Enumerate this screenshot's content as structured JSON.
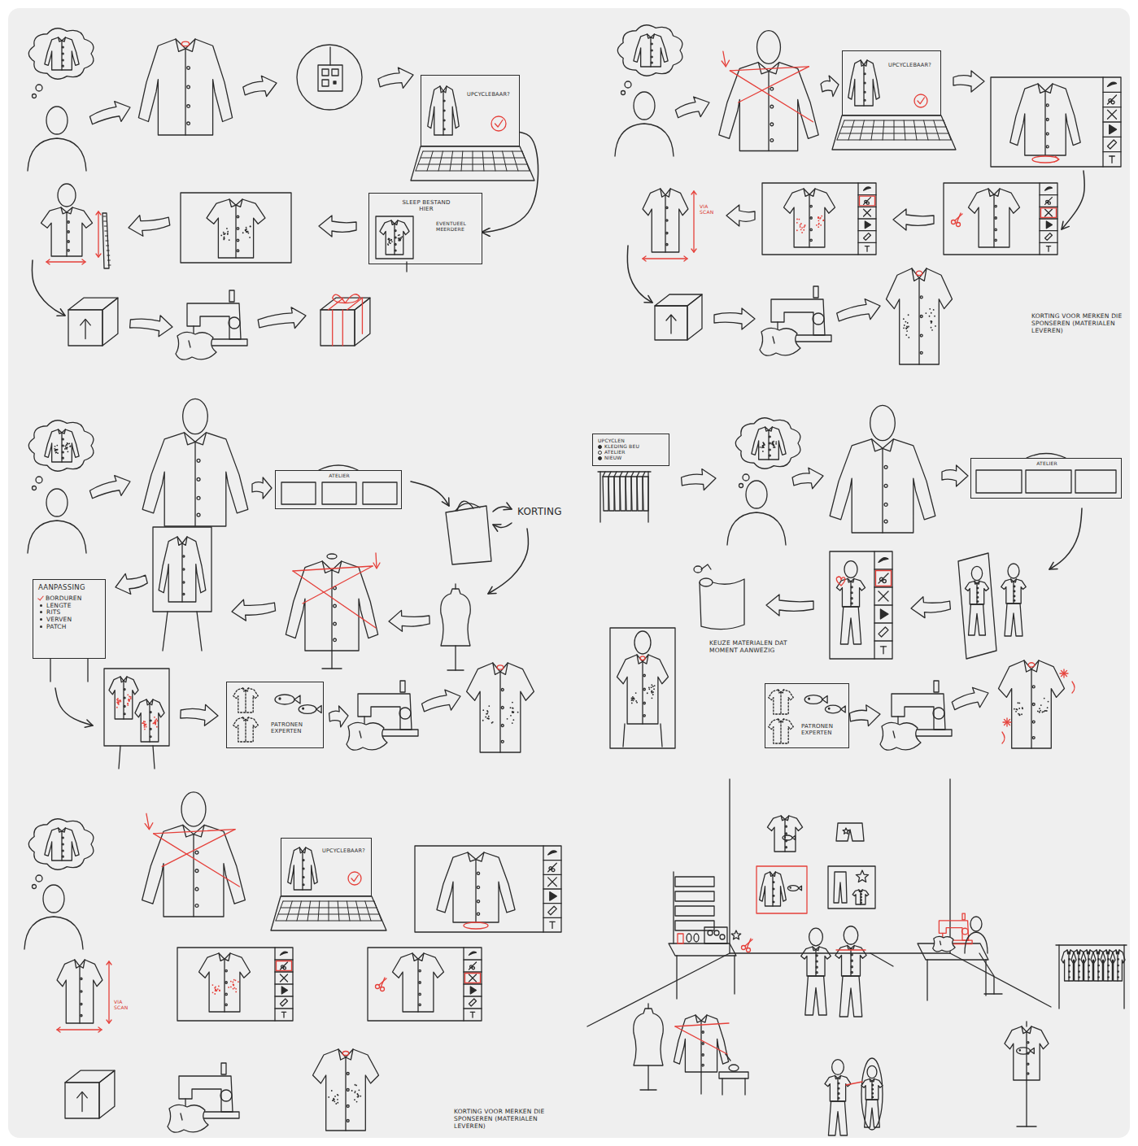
{
  "diagram": {
    "nodes": [
      {
        "text": [
          "UPCYCLEBAAR?"
        ]
      },
      {
        "text": [
          "SLEEP BESTAND HIER",
          "EVENTUEEL MEERDERE"
        ]
      },
      {
        "text": [
          "UPCYCLEBAAR?"
        ]
      },
      {
        "text": [
          "ATELIER"
        ]
      },
      {
        "text": [
          "AANPASSING",
          "BORDUREN",
          "LENGTE",
          "RITS",
          "VERVEN",
          "PATCH"
        ]
      },
      {
        "text": [
          "PATRONEN EXPERTEN"
        ]
      },
      {
        "text": [
          "UPCYCLEN",
          "KLEDING BEU",
          "ATELIER",
          "NIEUW"
        ]
      },
      {
        "text": [
          "ATELIER"
        ]
      },
      {
        "text": [
          "PATRONEN EXPERTEN"
        ]
      },
      {
        "text": [
          "UPCYCLEBAAR?"
        ]
      }
    ],
    "edges": [
      {
        "from": 0,
        "to": 1,
        "arrow": "to"
      }
    ],
    "labels": [
      "VIA SCAN",
      "KORTING VOOR MERKEN DIE SPONSEREN (MATERIALEN LEVEREN)",
      "KORTING",
      "KEUZE MATERIALEN DAT MOMENT AANWEZIG",
      "VIA SCAN",
      "KORTING VOOR MERKEN DIE SPONSEREN (MATERIALEN LEVEREN)"
    ]
  }
}
